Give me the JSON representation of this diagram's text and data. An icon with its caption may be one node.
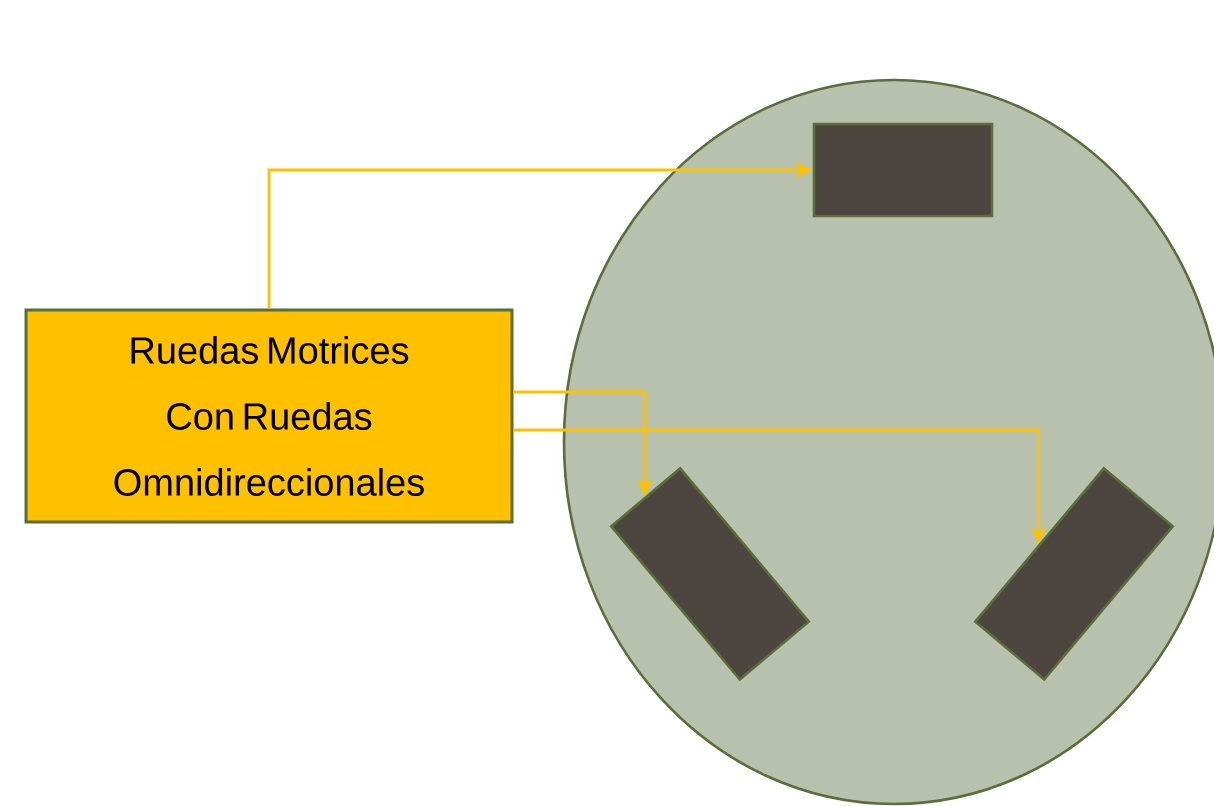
{
  "diagram": {
    "nodes": [
      {
        "text": [
          "Ruedas Motrices Con Ruedas Omnidireccionales"
        ]
      },
      {
        "text": [],
        "shape": "circle"
      },
      {
        "text": [],
        "shape": "box",
        "in": 1
      },
      {
        "text": [],
        "shape": "box",
        "in": 1
      },
      {
        "text": [],
        "shape": "box",
        "in": 1
      }
    ],
    "edges": [
      {
        "from": 0,
        "to": 2,
        "arrow": "to"
      },
      {
        "from": 0,
        "to": 3,
        "arrow": "to"
      },
      {
        "from": 0,
        "to": 4,
        "arrow": "to"
      }
    ]
  }
}
